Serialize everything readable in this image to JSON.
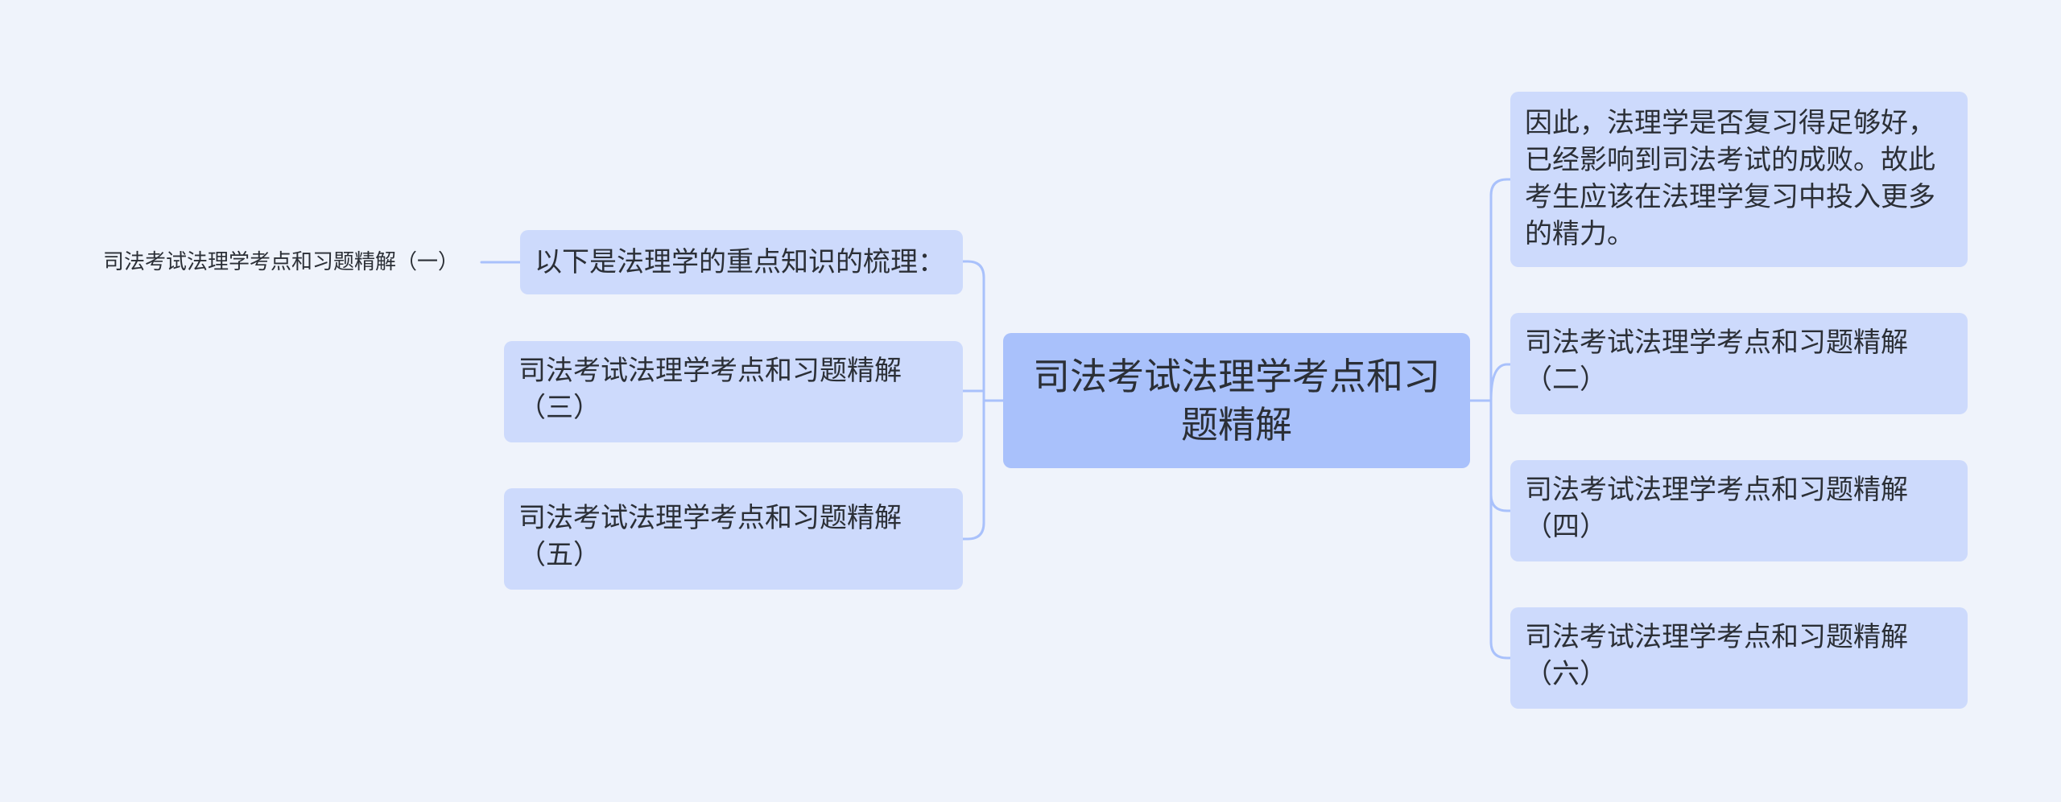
{
  "root": {
    "label": "司法考试法理学考点和习题精解"
  },
  "left_branch": {
    "intro_label": "以下是法理学的重点知识的梳理：",
    "intro_child_label": "司法考试法理学考点和习题精解（一）",
    "item_3_label": "司法考试法理学考点和习题精解（三）",
    "item_5_label": "司法考试法理学考点和习题精解（五）"
  },
  "right_branch": {
    "summary_label": "因此，法理学是否复习得足够好，已经影响到司法考试的成败。故此考生应该在法理学复习中投入更多的精力。",
    "item_2_label": "司法考试法理学考点和习题精解（二）",
    "item_4_label": "司法考试法理学考点和习题精解（四）",
    "item_6_label": "司法考试法理学考点和习题精解（六）"
  },
  "colors": {
    "background": "#eff3fb",
    "root_fill": "#a9c1fb",
    "node_fill": "#cddafc",
    "connector": "#a9c1fb",
    "text": "#2b2f36"
  }
}
